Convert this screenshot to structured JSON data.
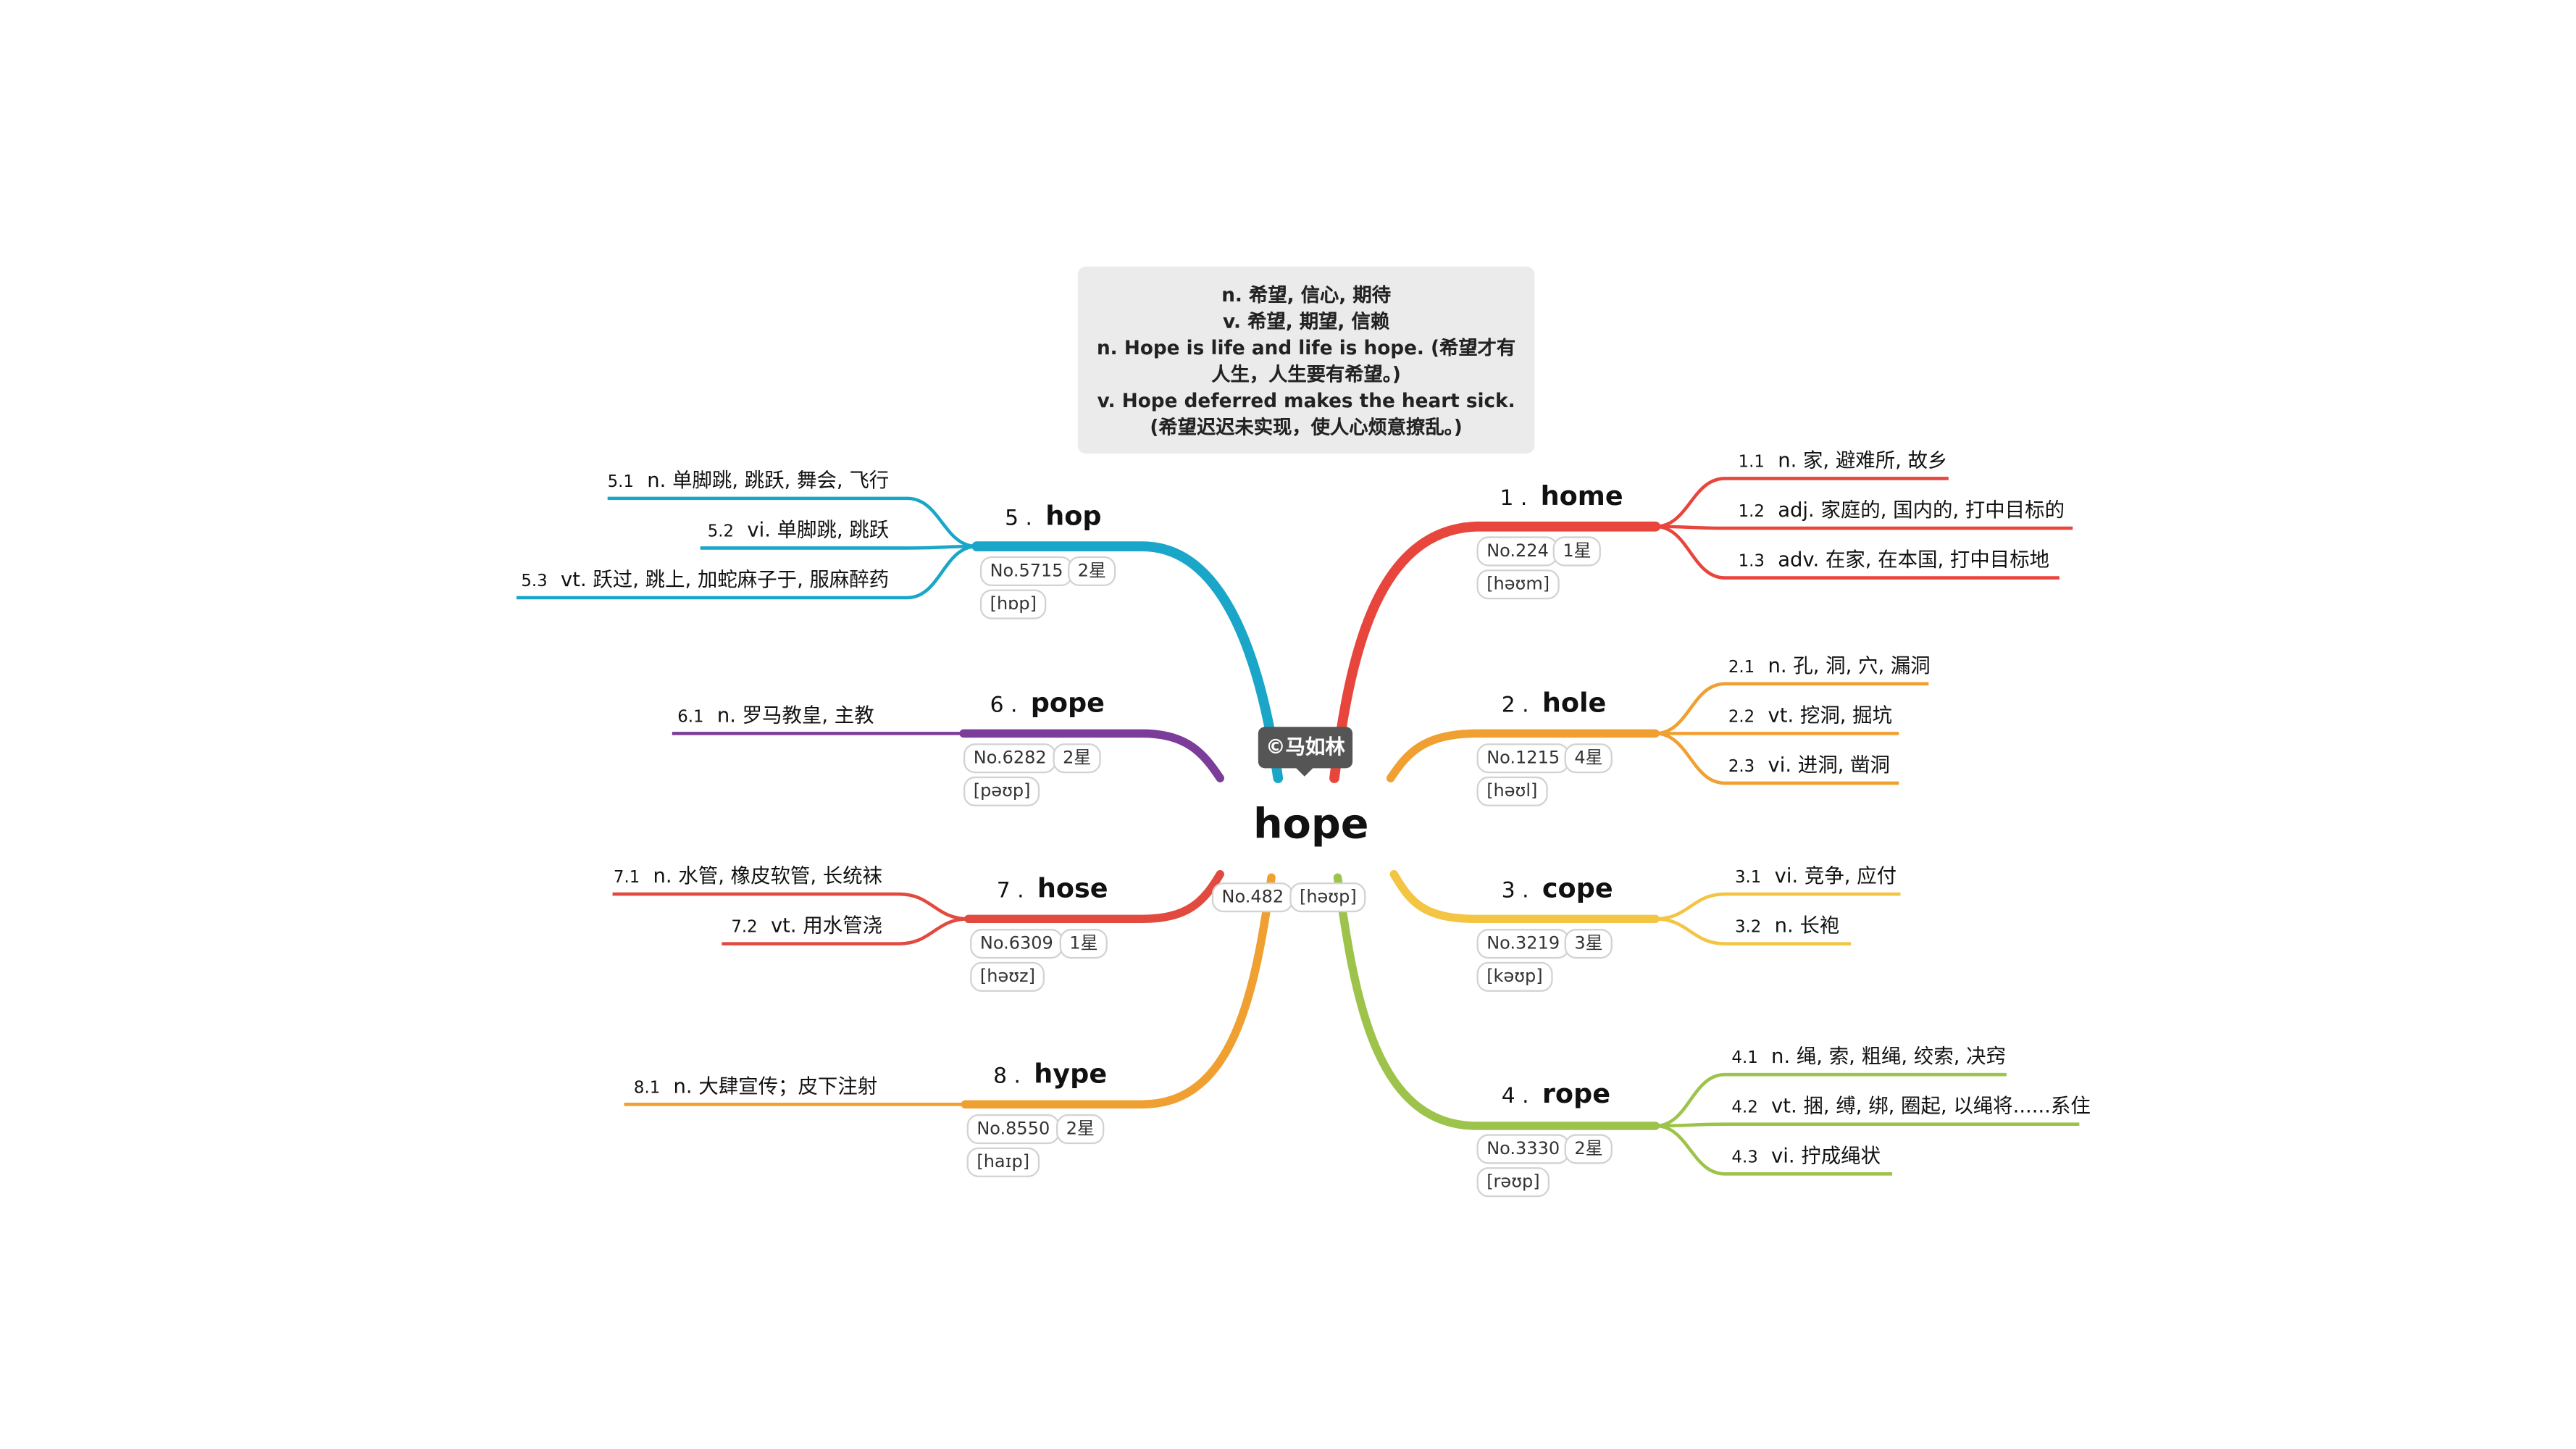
{
  "watermark": "©马如林",
  "note": {
    "lines": [
      "n. 希望, 信心, 期待",
      "v. 希望, 期望, 信赖",
      "n. Hope is life and life is hope. (希望才有人生，人生要有希望。)",
      "v. Hope deferred makes the heart sick. (希望迟迟未实现，使人心烦意撩乱。)"
    ]
  },
  "center": {
    "word": "hope",
    "rank": "No.482",
    "phonetic": "[həʊp]"
  },
  "colors": {
    "home": "#e8453c",
    "hole": "#f0a030",
    "cope": "#f4c542",
    "rope": "#9dc34a",
    "hop": "#1aa6c8",
    "pope": "#7b3c9a",
    "hose": "#e24a3f",
    "hype": "#f0a030"
  },
  "branches": [
    {
      "num": "1 .",
      "word": "home",
      "rank": "No.224",
      "stars": "1星",
      "phonetic": "[həʊm]",
      "subs": [
        {
          "num": "1.1",
          "text": "n. 家, 避难所, 故乡"
        },
        {
          "num": "1.2",
          "text": "adj. 家庭的, 国内的, 打中目标的"
        },
        {
          "num": "1.3",
          "text": "adv. 在家, 在本国, 打中目标地"
        }
      ]
    },
    {
      "num": "2 .",
      "word": "hole",
      "rank": "No.1215",
      "stars": "4星",
      "phonetic": "[həʊl]",
      "subs": [
        {
          "num": "2.1",
          "text": "n. 孔, 洞, 穴, 漏洞"
        },
        {
          "num": "2.2",
          "text": "vt. 挖洞, 掘坑"
        },
        {
          "num": "2.3",
          "text": "vi. 进洞, 凿洞"
        }
      ]
    },
    {
      "num": "3 .",
      "word": "cope",
      "rank": "No.3219",
      "stars": "3星",
      "phonetic": "[kəʊp]",
      "subs": [
        {
          "num": "3.1",
          "text": "vi. 竞争, 应付"
        },
        {
          "num": "3.2",
          "text": "n. 长袍"
        }
      ]
    },
    {
      "num": "4 .",
      "word": "rope",
      "rank": "No.3330",
      "stars": "2星",
      "phonetic": "[rəʊp]",
      "subs": [
        {
          "num": "4.1",
          "text": "n. 绳, 索, 粗绳, 绞索, 决窍"
        },
        {
          "num": "4.2",
          "text": "vt. 捆, 缚, 绑, 圈起, 以绳将......系住"
        },
        {
          "num": "4.3",
          "text": "vi. 拧成绳状"
        }
      ]
    },
    {
      "num": "5 .",
      "word": "hop",
      "rank": "No.5715",
      "stars": "2星",
      "phonetic": "[hɒp]",
      "subs": [
        {
          "num": "5.1",
          "text": "n. 单脚跳, 跳跃, 舞会, 飞行"
        },
        {
          "num": "5.2",
          "text": "vi. 单脚跳, 跳跃"
        },
        {
          "num": "5.3",
          "text": "vt. 跃过, 跳上, 加蛇麻子于, 服麻醉药"
        }
      ]
    },
    {
      "num": "6 .",
      "word": "pope",
      "rank": "No.6282",
      "stars": "2星",
      "phonetic": "[pəʊp]",
      "subs": [
        {
          "num": "6.1",
          "text": "n. 罗马教皇, 主教"
        }
      ]
    },
    {
      "num": "7 .",
      "word": "hose",
      "rank": "No.6309",
      "stars": "1星",
      "phonetic": "[həʊz]",
      "subs": [
        {
          "num": "7.1",
          "text": "n. 水管, 橡皮软管, 长统袜"
        },
        {
          "num": "7.2",
          "text": "vt. 用水管浇"
        }
      ]
    },
    {
      "num": "8 .",
      "word": "hype",
      "rank": "No.8550",
      "stars": "2星",
      "phonetic": "[haɪp]",
      "subs": [
        {
          "num": "8.1",
          "text": "n. 大肆宣传；皮下注射"
        }
      ]
    }
  ]
}
